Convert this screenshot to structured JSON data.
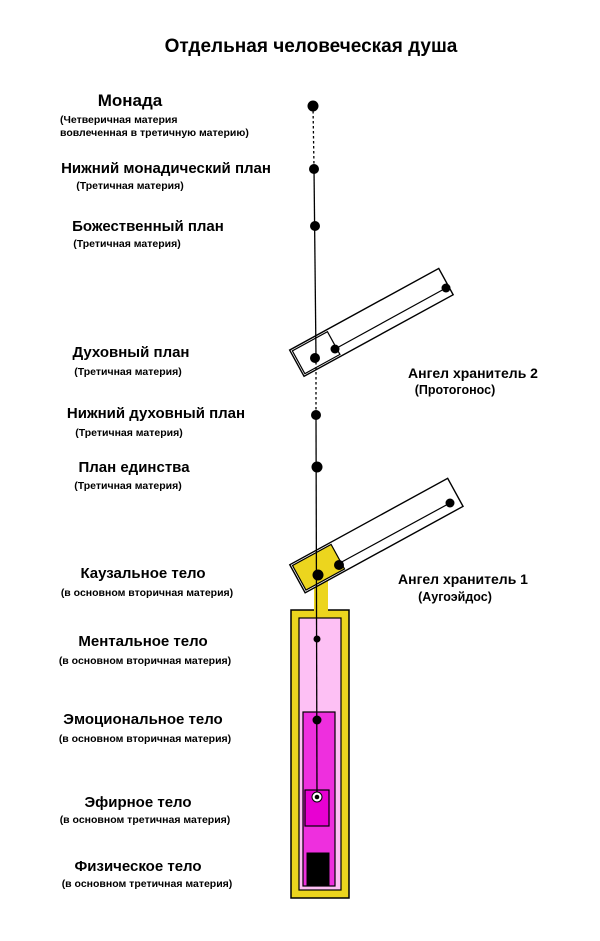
{
  "title": "Отдельная человеческая душа",
  "planes": [
    {
      "name": "Монада",
      "sub1": "(Четверичная материя",
      "sub2": "вовлеченная в третичную материю)"
    },
    {
      "name": "Нижний монадический план",
      "sub1": "(Третичная материя)"
    },
    {
      "name": "Божественный план",
      "sub1": "(Третичная материя)"
    },
    {
      "name": "Духовный план",
      "sub1": "(Третичная материя)"
    },
    {
      "name": "Нижний духовный план",
      "sub1": "(Третичная материя)"
    },
    {
      "name": "План единства",
      "sub1": "(Третичная материя)"
    },
    {
      "name": "Каузальное тело",
      "sub1": "(в основном вторичная материя)"
    },
    {
      "name": "Ментальное тело",
      "sub1": "(в основном вторичная материя)"
    },
    {
      "name": "Эмоциональное тело",
      "sub1": "(в основном вторичная материя)"
    },
    {
      "name": "Эфирное тело",
      "sub1": "(в основном третичная материя)"
    },
    {
      "name": "Физическое тело",
      "sub1": "(в основном третичная материя)"
    }
  ],
  "angels": [
    {
      "name": "Ангел хранитель 2",
      "sub": "(Протогонос)"
    },
    {
      "name": "Ангел хранитель 1",
      "sub": "(Аугоэйдос)"
    }
  ],
  "colors": {
    "causal_sub": "#e6c21a",
    "mental_sub": "#f7b8ee",
    "emotional_sub": "#f03dcb",
    "etheric_sub": "#c1009c",
    "physical_sub": "#000000",
    "causal_fill": "#ecd51e",
    "mental_fill": "#fdc0f4",
    "emotional_fill": "#ee2fde",
    "etheric_fill": "#e800d2",
    "physical_fill": "#000000"
  }
}
